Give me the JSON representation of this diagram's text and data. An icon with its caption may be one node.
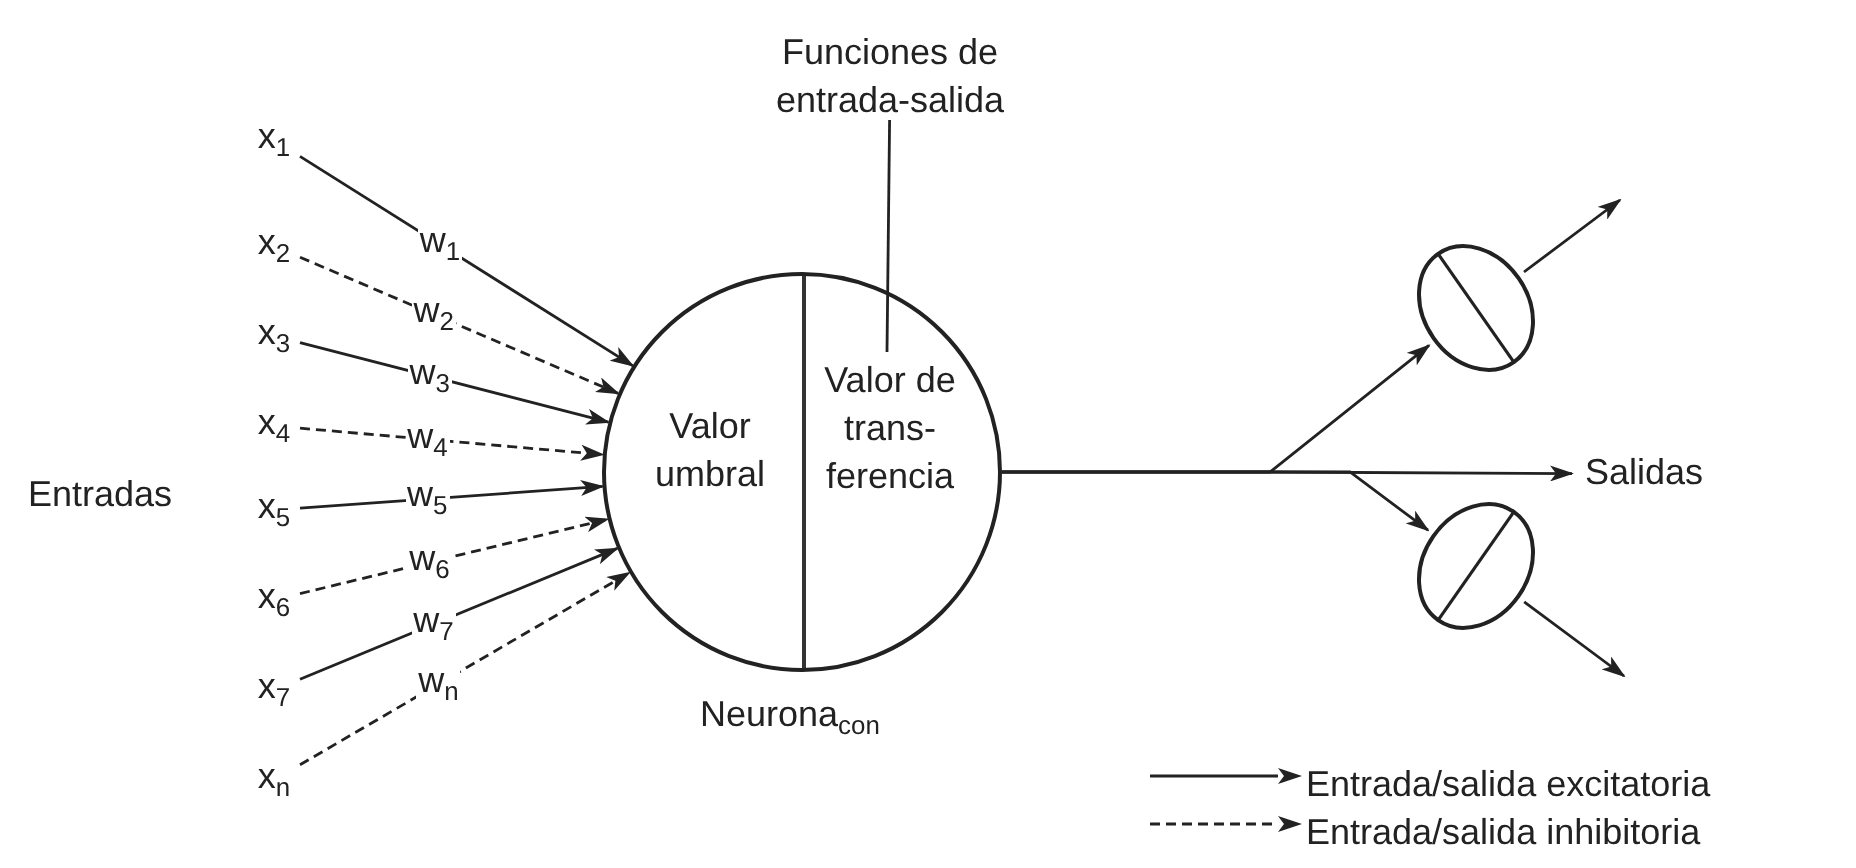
{
  "diagram": {
    "nodes": [
      {
        "text": [
          "x$_{1}$"
        ]
      },
      {
        "text": [
          "x$_{2}$"
        ]
      },
      {
        "text": [
          "x$_{3}$"
        ]
      },
      {
        "text": [
          "x$_{4}$"
        ]
      },
      {
        "text": [
          "x$_{5}$"
        ]
      },
      {
        "text": [
          "x$_{6}$"
        ]
      },
      {
        "text": [
          "x$_{7}$"
        ]
      },
      {
        "text": [
          "x$_{n}$"
        ]
      },
      {
        "text": [],
        "shape": "circle",
        "beside": [
          "Neurona$_{con}$"
        ]
      },
      {
        "text": [
          "Valor umbral"
        ],
        "in": 8
      },
      {
        "text": [
          "Valor de trans- ferencia"
        ],
        "in": 8
      },
      {
        "text": [
          "Funciones de entrada-salida"
        ]
      },
      {
        "text": [],
        "shape": "ellipse"
      },
      {
        "text": [
          "Salidas"
        ]
      },
      {
        "text": [],
        "shape": "ellipse"
      }
    ],
    "edges": [
      {
        "from": 0,
        "to": 8,
        "arrow": "to",
        "label": "w$_{1}$"
      },
      {
        "from": 1,
        "to": 8,
        "arrow": "to",
        "label": "w$_{2}$",
        "style": "dashed"
      },
      {
        "from": 2,
        "to": 8,
        "arrow": "to",
        "label": "w$_{3}$"
      },
      {
        "from": 3,
        "to": 8,
        "arrow": "to",
        "label": "w$_{4}$",
        "style": "dashed"
      },
      {
        "from": 4,
        "to": 8,
        "arrow": "to",
        "label": "w$_{5}$"
      },
      {
        "from": 5,
        "to": 8,
        "arrow": "to",
        "label": "w$_{6}$",
        "style": "dashed"
      },
      {
        "from": 6,
        "to": 8,
        "arrow": "to",
        "label": "w$_{7}$"
      },
      {
        "from": 7,
        "to": 8,
        "arrow": "to",
        "label": "w$_{n}$",
        "style": "dashed"
      },
      {
        "from": 11,
        "to": 10,
        "arrow": "none"
      },
      {
        "from": 8,
        "to": 12,
        "arrow": "to"
      },
      {
        "from": 8,
        "to": 13,
        "arrow": "to"
      },
      {
        "from": 8,
        "to": 14,
        "arrow": "to"
      },
      {
        "from": 12,
        "to": null,
        "arrow": "to"
      },
      {
        "from": 14,
        "to": null,
        "arrow": "to"
      }
    ],
    "labels": [
      "Entradas"
    ],
    "legend": [
      {
        "text": "Entrada/salida excitatoria"
      },
      {
        "text": "Entrada/salida inhibitoria"
      }
    ]
  }
}
